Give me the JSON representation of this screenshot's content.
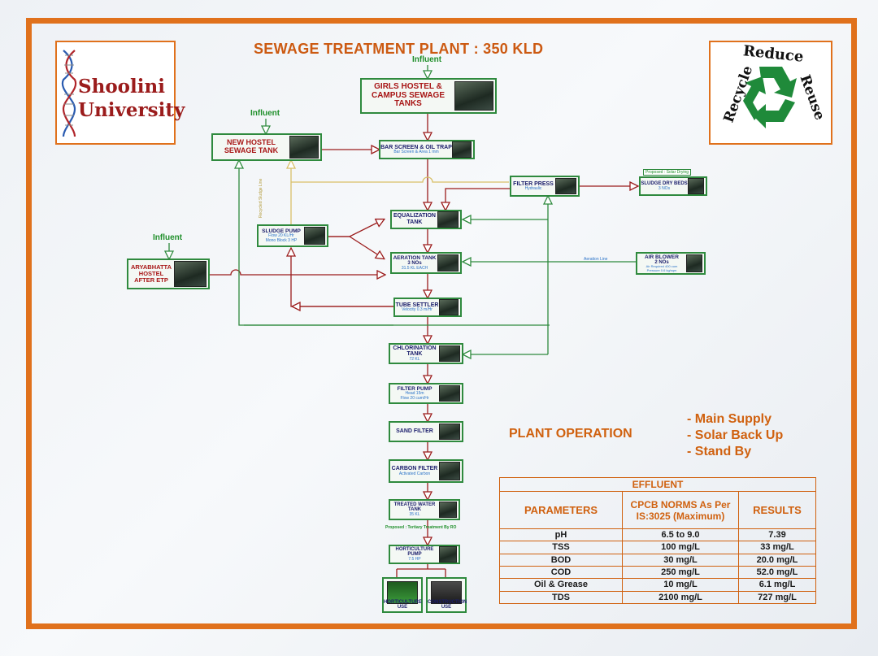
{
  "title": "SEWAGE TREATMENT PLANT : 350 KLD",
  "logo": {
    "line1": "Shoolini",
    "line2": "University"
  },
  "recycle_badge": {
    "words": [
      "Reduce",
      "Reuse",
      "Recycle"
    ]
  },
  "influent_label": "Influent",
  "nodes": {
    "girls_hostel": "GIRLS HOSTEL & CAMPUS SEWAGE TANKS",
    "new_hostel": "NEW HOSTEL SEWAGE TANK",
    "bar_screen": {
      "main": "BAR SCREEN & OIL TRAP",
      "sub": "Bar Screen & Area 1 mm"
    },
    "filter_press": {
      "main": "FILTER PRESS",
      "sub": "Hydraulic"
    },
    "sludge_dry_beds": {
      "main": "SLUDGE DRY BEDS",
      "sub": "3 NOs"
    },
    "sludge_pump": {
      "main": "SLUDGE PUMP",
      "sub1": "Flow 20 KL/Hr",
      "sub2": "Mono Block 3 HP"
    },
    "equalization": "EQUALIZATION TANK",
    "aeration": {
      "main": "AERATION TANK",
      "sub1": "3 NOs",
      "sub2": "31.5 KL EACH"
    },
    "air_blower": {
      "main": "AIR BLOWER",
      "sub1": "2 NOs",
      "sub2": "Air Required 400 cum",
      "sub3": "Pressure 0.6 kg/sqm"
    },
    "aryabhatta": "ARYABHATTA HOSTEL AFTER ETP",
    "tube_settler": {
      "main": "TUBE SETTLER",
      "sub": "Velocity 0.3 m/Hr"
    },
    "chlorination": {
      "main": "CHLORINATION TANK",
      "sub": "72 KL"
    },
    "filter_pump": {
      "main": "FILTER PUMP",
      "sub1": "Head 15m",
      "sub2": "Flow 20 cum/Hr"
    },
    "sand_filter": "SAND FILTER",
    "carbon_filter": {
      "main": "CARBON FILTER",
      "sub": "Activated Carbon"
    },
    "treated_water": {
      "main": "TREATED WATER TANK",
      "sub": "35 KL"
    },
    "horticulture_pump": {
      "main": "HORTICULTURE PUMP",
      "sub": "7.5 HP"
    },
    "horticulture_use": "HORTICULTURE USE",
    "construction_use": "CONSTRUCTION USE"
  },
  "line_labels": {
    "proposed_solar": "Proposed : Solar Drying",
    "recycled_sludge": "Recycled Sludge Line",
    "aeration_line": "Aeration Line",
    "tertiary": "Proposed : Tertiary Treatment By RO"
  },
  "plant_operation": {
    "heading": "PLANT OPERATION",
    "modes": [
      "- Main Supply",
      "- Solar Back Up",
      "- Stand By"
    ]
  },
  "effluent_table": {
    "title": "EFFLUENT",
    "headers": [
      "PARAMETERS",
      "CPCB NORMS As Per IS:3025 (Maximum)",
      "RESULTS"
    ],
    "rows": [
      {
        "param": "pH",
        "norm": "6.5 to 9.0",
        "result": "7.39"
      },
      {
        "param": "TSS",
        "norm": "100 mg/L",
        "result": "33 mg/L"
      },
      {
        "param": "BOD",
        "norm": "30 mg/L",
        "result": "20.0 mg/L"
      },
      {
        "param": "COD",
        "norm": "250 mg/L",
        "result": "52.0 mg/L"
      },
      {
        "param": "Oil & Grease",
        "norm": "10 mg/L",
        "result": "6.1 mg/L"
      },
      {
        "param": "TDS",
        "norm": "2100 mg/L",
        "result": "727 mg/L"
      }
    ]
  },
  "colors": {
    "frame": "#e0711c",
    "process_line": "#9b1c1c",
    "sludge_line": "#2f8a3e",
    "recycled_line": "#d9c068",
    "box_border": "#2f8a3e"
  }
}
